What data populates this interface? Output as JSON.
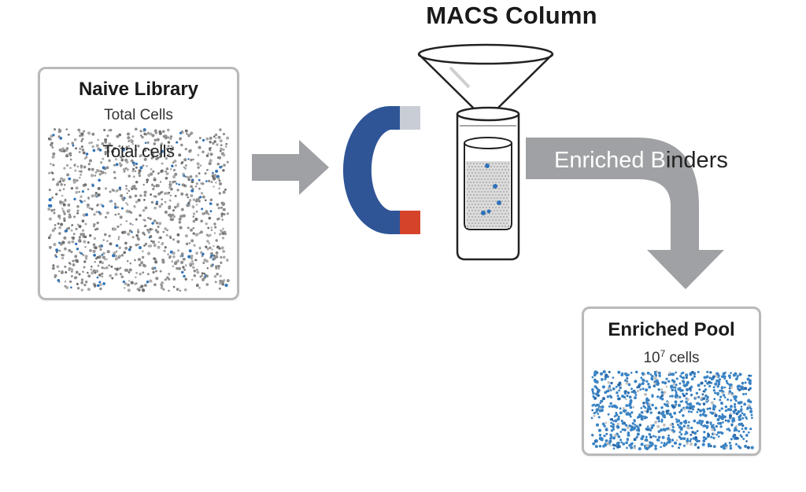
{
  "header": {
    "title": "MACS Column"
  },
  "library": {
    "title": "Naive Library",
    "subtitle": "Total Cells",
    "overlay": "Total cells"
  },
  "flow": {
    "label_light": "Enriched B",
    "label_dark": "inders"
  },
  "pool": {
    "title": "Enriched Pool",
    "subtitle_base": "10",
    "subtitle_exp": "7",
    "subtitle_unit": " cells"
  },
  "colors": {
    "arrow": "#9fa1a4",
    "magnet_blue": "#2f5597",
    "magnet_red": "#d5432b",
    "magnet_tip": "#c8cdd6",
    "cell_gray": "#8e8e8e",
    "cell_blue": "#2f72b8",
    "pool_blue": "#3a83c4",
    "card_border": "#b9b9b9"
  },
  "icons": {
    "magnet": "magnet-icon",
    "column": "macs-column-icon",
    "funnel": "funnel-icon"
  }
}
